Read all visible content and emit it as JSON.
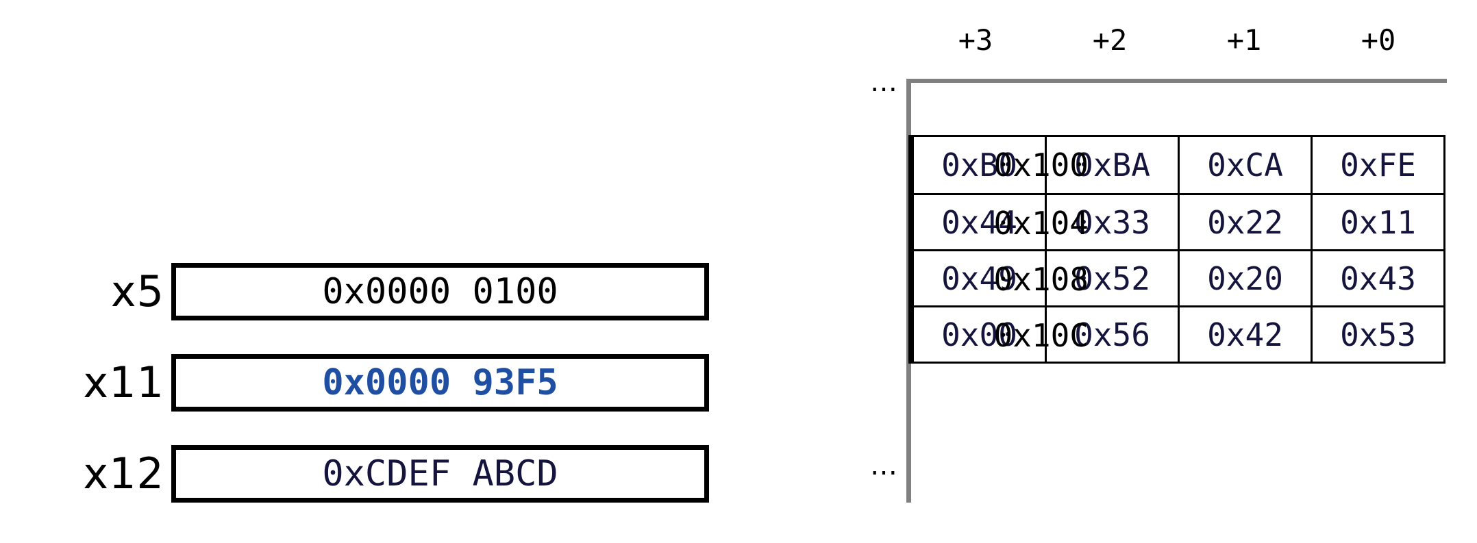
{
  "registers": {
    "rows": [
      {
        "name": "x5",
        "value": "0x0000 0100",
        "style": "black"
      },
      {
        "name": "x11",
        "value": "0x0000 93F5",
        "style": "blue"
      },
      {
        "name": "x12",
        "value": "0xCDEF ABCD",
        "style": "navy"
      }
    ]
  },
  "memory": {
    "column_headers": [
      "+3",
      "+2",
      "+1",
      "+0"
    ],
    "ellipsis_top": "…",
    "ellipsis_bottom": "…",
    "rows": [
      {
        "address": "0x100",
        "cells": [
          "0xB0",
          "0xBA",
          "0xCA",
          "0xFE"
        ]
      },
      {
        "address": "0x104",
        "cells": [
          "0x44",
          "0x33",
          "0x22",
          "0x11"
        ]
      },
      {
        "address": "0x108",
        "cells": [
          "0x49",
          "0x52",
          "0x20",
          "0x43"
        ]
      },
      {
        "address": "0x10C",
        "cells": [
          "0x00",
          "0x56",
          "0x42",
          "0x53"
        ]
      }
    ]
  },
  "colors": {
    "highlight_blue": "#1f4fa3",
    "value_navy": "#14143c",
    "text_black": "#000000",
    "rule_gray": "#808080"
  }
}
